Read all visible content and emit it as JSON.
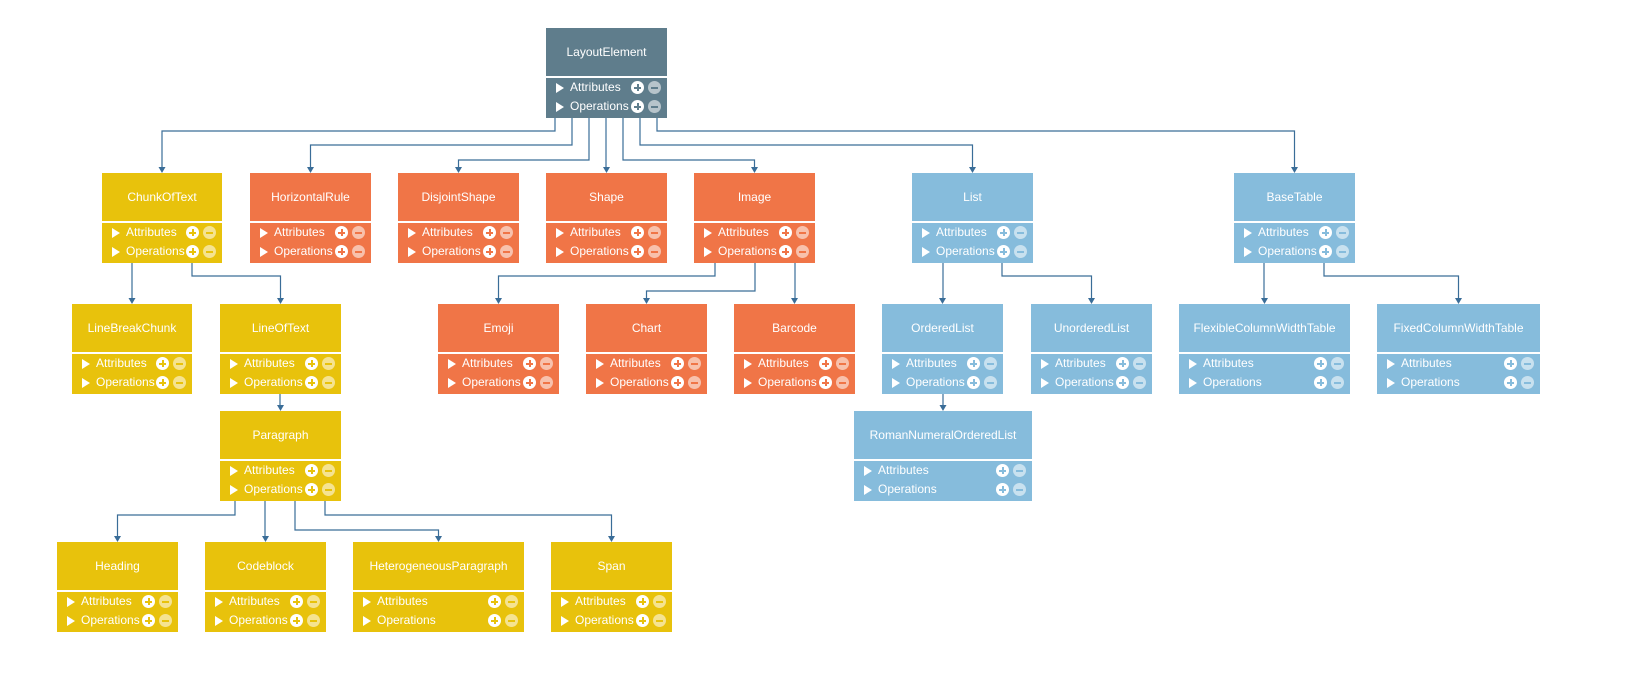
{
  "diagram": {
    "colors": {
      "root": "#5f7d8c",
      "text_family": "#e8c20c",
      "shape_family": "#f07547",
      "collection_family": "#86bcdc",
      "connector": "#3a6d98"
    },
    "row_labels": {
      "attributes": "Attributes",
      "operations": "Operations"
    },
    "icons": {
      "expand": "triangle-right-icon",
      "add": "plus-circle-icon",
      "remove": "minus-circle-icon"
    },
    "nodes": [
      {
        "id": "layoutelement",
        "name": "LayoutElement",
        "family": "root",
        "parent": null
      },
      {
        "id": "chunkoftext",
        "name": "ChunkOfText",
        "family": "text_family",
        "parent": "layoutelement"
      },
      {
        "id": "horizontalrule",
        "name": "HorizontalRule",
        "family": "shape_family",
        "parent": "layoutelement"
      },
      {
        "id": "disjointshape",
        "name": "DisjointShape",
        "family": "shape_family",
        "parent": "layoutelement"
      },
      {
        "id": "shape",
        "name": "Shape",
        "family": "shape_family",
        "parent": "layoutelement"
      },
      {
        "id": "image",
        "name": "Image",
        "family": "shape_family",
        "parent": "layoutelement"
      },
      {
        "id": "list",
        "name": "List",
        "family": "collection_family",
        "parent": "layoutelement"
      },
      {
        "id": "basetable",
        "name": "BaseTable",
        "family": "collection_family",
        "parent": "layoutelement"
      },
      {
        "id": "linebreakchunk",
        "name": "LineBreakChunk",
        "family": "text_family",
        "parent": "chunkoftext"
      },
      {
        "id": "lineoftext",
        "name": "LineOfText",
        "family": "text_family",
        "parent": "chunkoftext"
      },
      {
        "id": "emoji",
        "name": "Emoji",
        "family": "shape_family",
        "parent": "image"
      },
      {
        "id": "chart",
        "name": "Chart",
        "family": "shape_family",
        "parent": "image"
      },
      {
        "id": "barcode",
        "name": "Barcode",
        "family": "shape_family",
        "parent": "image"
      },
      {
        "id": "orderedlist",
        "name": "OrderedList",
        "family": "collection_family",
        "parent": "list"
      },
      {
        "id": "unorderedlist",
        "name": "UnorderedList",
        "family": "collection_family",
        "parent": "list"
      },
      {
        "id": "flexiblecolumnwidthtable",
        "name": "FlexibleColumnWidthTable",
        "family": "collection_family",
        "parent": "basetable"
      },
      {
        "id": "fixedcolumnwidthtable",
        "name": "FixedColumnWidthTable",
        "family": "collection_family",
        "parent": "basetable"
      },
      {
        "id": "paragraph",
        "name": "Paragraph",
        "family": "text_family",
        "parent": "lineoftext"
      },
      {
        "id": "romannumeralorderedlist",
        "name": "RomanNumeralOrderedList",
        "family": "collection_family",
        "parent": "orderedlist"
      },
      {
        "id": "heading",
        "name": "Heading",
        "family": "text_family",
        "parent": "paragraph"
      },
      {
        "id": "codeblock",
        "name": "Codeblock",
        "family": "text_family",
        "parent": "paragraph"
      },
      {
        "id": "heterogeneousparagraph",
        "name": "HeterogeneousParagraph",
        "family": "text_family",
        "parent": "paragraph"
      },
      {
        "id": "span",
        "name": "Span",
        "family": "text_family",
        "parent": "paragraph"
      }
    ]
  }
}
